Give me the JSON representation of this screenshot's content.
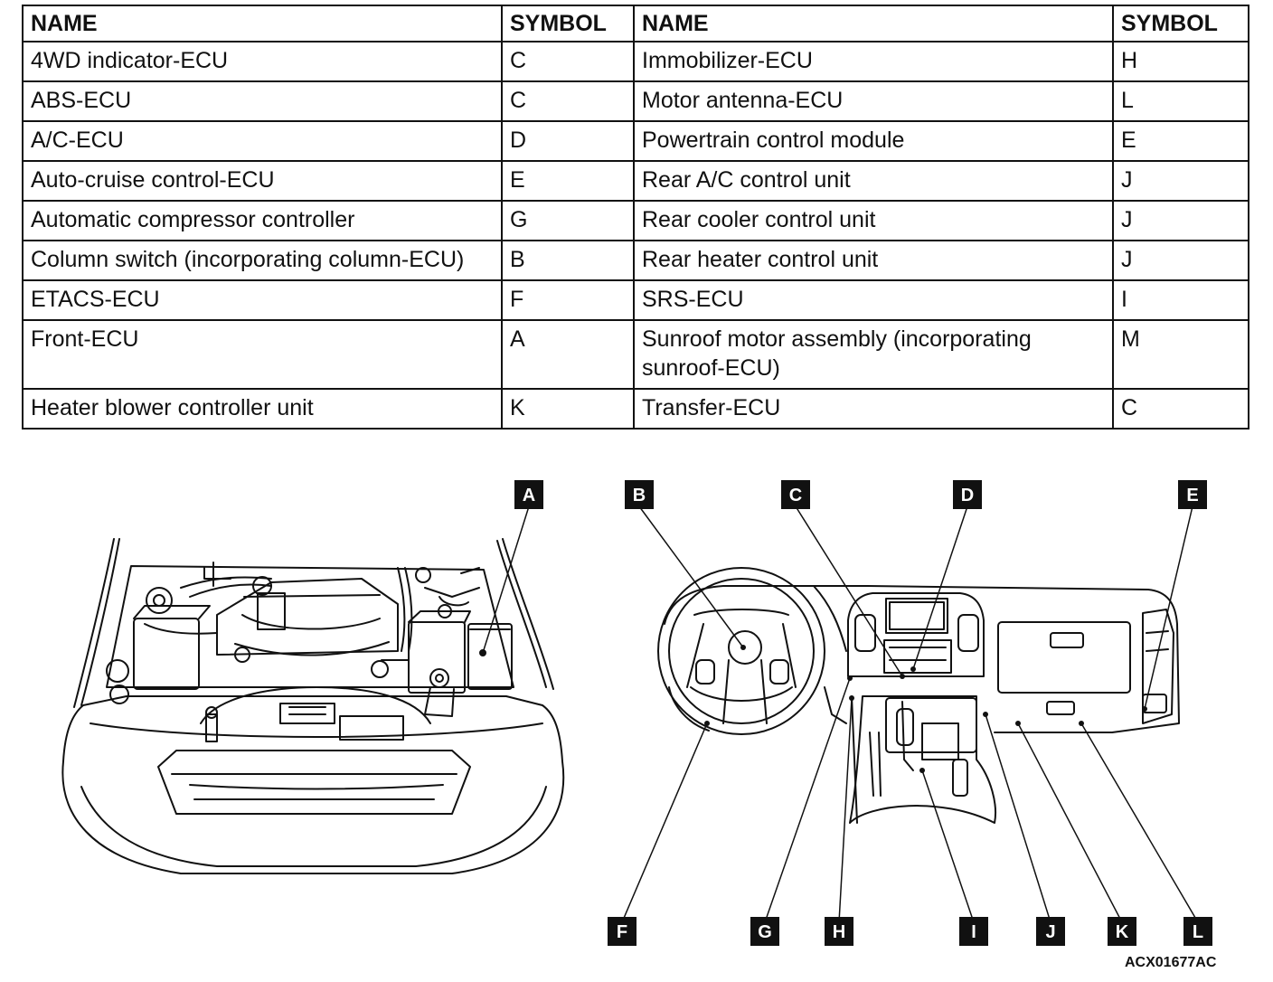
{
  "table": {
    "headers": [
      "NAME",
      "SYMBOL",
      "NAME",
      "SYMBOL"
    ],
    "rows": [
      {
        "name1": "4WD indicator-ECU",
        "sym1": "C",
        "name2": "Immobilizer-ECU",
        "sym2": "H"
      },
      {
        "name1": "ABS-ECU",
        "sym1": "C",
        "name2": "Motor antenna-ECU",
        "sym2": "L"
      },
      {
        "name1": "A/C-ECU",
        "sym1": "D",
        "name2": "Powertrain control module",
        "sym2": "E"
      },
      {
        "name1": "Auto-cruise control-ECU",
        "sym1": "E",
        "name2": "Rear A/C control unit",
        "sym2": "J"
      },
      {
        "name1": "Automatic compressor controller",
        "sym1": "G",
        "name2": "Rear cooler control unit",
        "sym2": "J"
      },
      {
        "name1": "Column switch (incorporating column-ECU)",
        "sym1": "B",
        "name2": "Rear heater control unit",
        "sym2": "J"
      },
      {
        "name1": "ETACS-ECU",
        "sym1": "F",
        "name2": "SRS-ECU",
        "sym2": "I"
      },
      {
        "name1": "Front-ECU",
        "sym1": "A",
        "name2": "Sunroof motor assembly (incorporating sunroof-ECU)",
        "sym2": "M"
      },
      {
        "name1": "Heater blower controller unit",
        "sym1": "K",
        "name2": "Transfer-ECU",
        "sym2": "C"
      }
    ]
  },
  "callouts": {
    "A": "A",
    "B": "B",
    "C": "C",
    "D": "D",
    "E": "E",
    "F": "F",
    "G": "G",
    "H": "H",
    "I": "I",
    "J": "J",
    "K": "K",
    "L": "L"
  },
  "figure_code": "ACX01677AC"
}
